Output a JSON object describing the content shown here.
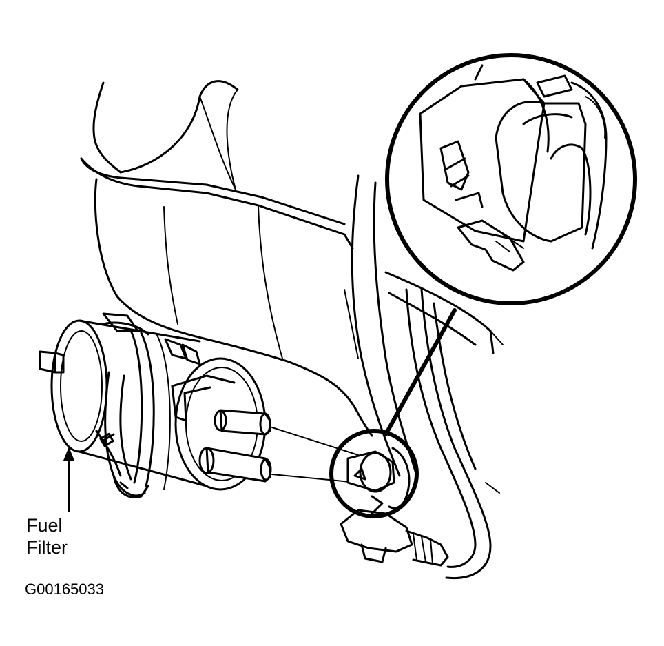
{
  "labels": {
    "fuel_filter_line1": "Fuel",
    "fuel_filter_line2": "Filter"
  },
  "figure_id": "G00165033",
  "colors": {
    "line": "#000000",
    "background": "#ffffff"
  }
}
